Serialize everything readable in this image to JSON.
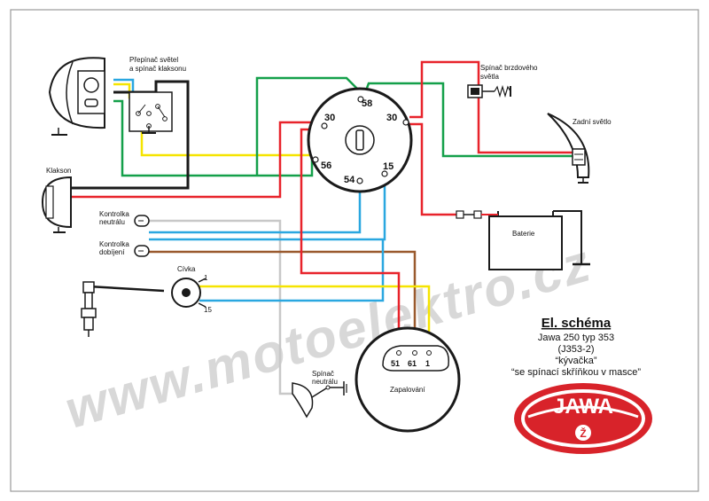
{
  "watermark": "www.motoelektro.cz",
  "labels": {
    "prepinac_line1": "Přepínač  světel",
    "prepinac_line2": "a spínač klaksonu",
    "klakson": "Klakson",
    "kontrolka_neutralu_1": "Kontrolka",
    "kontrolka_neutralu_2": "neutrálu",
    "kontrolka_dobijeni_1": "Kontrolka",
    "kontrolka_dobijeni_2": "dobíjení",
    "civka": "Cívka",
    "civka_term_top": "1",
    "civka_term_bottom": "15",
    "brzda_1": "Spínač brzdového",
    "brzda_2": "světla",
    "zadni": "Zadní světlo",
    "baterie": "Baterie",
    "zapalovani": "Zapalování",
    "spinac_neutralu_1": "Spínač",
    "spinac_neutralu_2": "neutrálu"
  },
  "switch_terminals": {
    "t58": "58",
    "t30a": "30",
    "t30b": "30",
    "t56": "56",
    "t54": "54",
    "t15": "15"
  },
  "ignition_terminals": {
    "t51": "51",
    "t61": "61",
    "t1": "1"
  },
  "title_block": {
    "title": "El. schéma",
    "line1": "Jawa 250  typ 353",
    "line2": "(J353-2)",
    "line3": "“kývačka”",
    "line4": "“se spínací skříňkou v masce”"
  },
  "logo": {
    "text": "JAWA"
  },
  "colors": {
    "red": "#e8232b",
    "green": "#14a04a",
    "yellow": "#f5e400",
    "blue": "#2aa7e0",
    "brown": "#9a5a2e",
    "grey": "#c8c8c8",
    "black": "#1a1a1a",
    "logo_red": "#d8232a"
  }
}
